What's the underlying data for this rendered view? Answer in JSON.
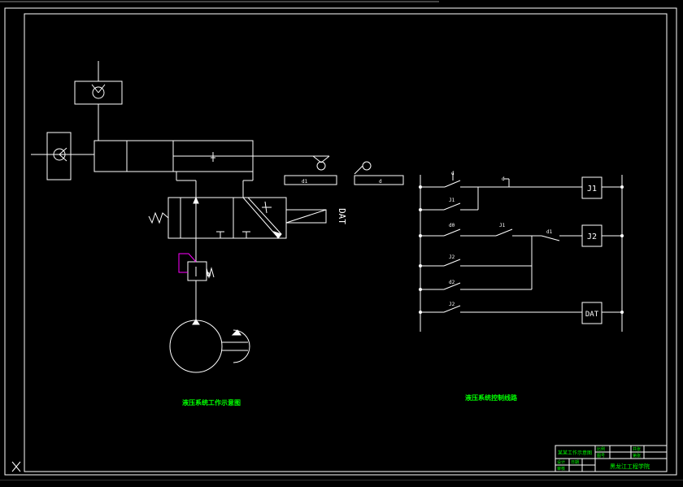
{
  "colors": {
    "background": "#000000",
    "line": "#ffffff",
    "caption": "#00ff00",
    "accent": "#ff00ff"
  },
  "hydraulic": {
    "caption": "液压系统工作示意图",
    "valve_label": "DAT",
    "limit_switch_1": "d1",
    "limit_switch_2": "d",
    "spring_mark": "W"
  },
  "control": {
    "caption": "液压系统控制线路",
    "relays": [
      "J1",
      "J2",
      "DAT"
    ],
    "contacts": [
      "d",
      "d",
      "J1",
      "d0",
      "J1",
      "d1",
      "J2",
      "d2",
      "J2"
    ]
  },
  "title_block": {
    "title": "某某工作示意图",
    "school": "黑龙江工程学院",
    "cells": [
      "比例",
      "图号",
      "共张",
      "第张",
      "设计",
      "审核",
      "日期"
    ]
  }
}
